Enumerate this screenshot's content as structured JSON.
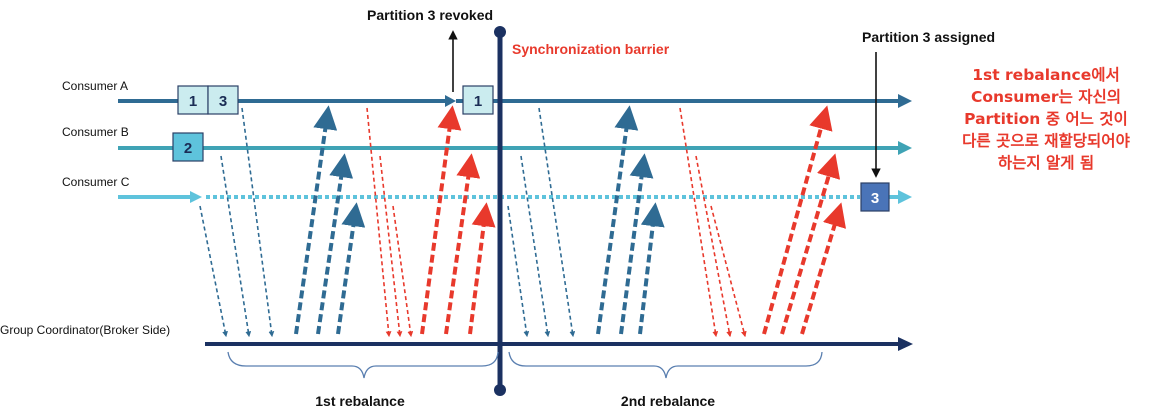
{
  "colors": {
    "consumer_a": "#2f6b93",
    "consumer_b": "#3fa3b5",
    "consumer_c": "#5ec3dc",
    "coordinator": "#1b3161",
    "barrier": "#1b3161",
    "blue_arrow": "#2f6b93",
    "red_arrow": "#e8392c",
    "note_red": "#e8392c",
    "brace": "#5a7fb0"
  },
  "lanes": {
    "consumer_a": "Consumer A",
    "consumer_b": "Consumer B",
    "consumer_c": "Consumer C",
    "coordinator": "Group Coordinator(Broker Side)"
  },
  "partitions": {
    "a_initial": [
      "1",
      "3"
    ],
    "b": "2",
    "a_after": "1",
    "c_assigned": "3"
  },
  "annotations": {
    "revoked": "Partition 3 revoked",
    "assigned": "Partition 3 assigned",
    "barrier": "Synchronization barrier",
    "rebalance_1": "1st rebalance",
    "rebalance_2": "2nd rebalance"
  },
  "note": {
    "lines": [
      "1st rebalance에서",
      "Consumer는 자신의",
      "Partition 중 어느 것이",
      "다른 곳으로 재할당되어야",
      "하는지 알게 됨"
    ]
  },
  "icons": {
    "lane_arrowheads": "arrow-right",
    "message_arrows": "arrow-diagonal"
  }
}
